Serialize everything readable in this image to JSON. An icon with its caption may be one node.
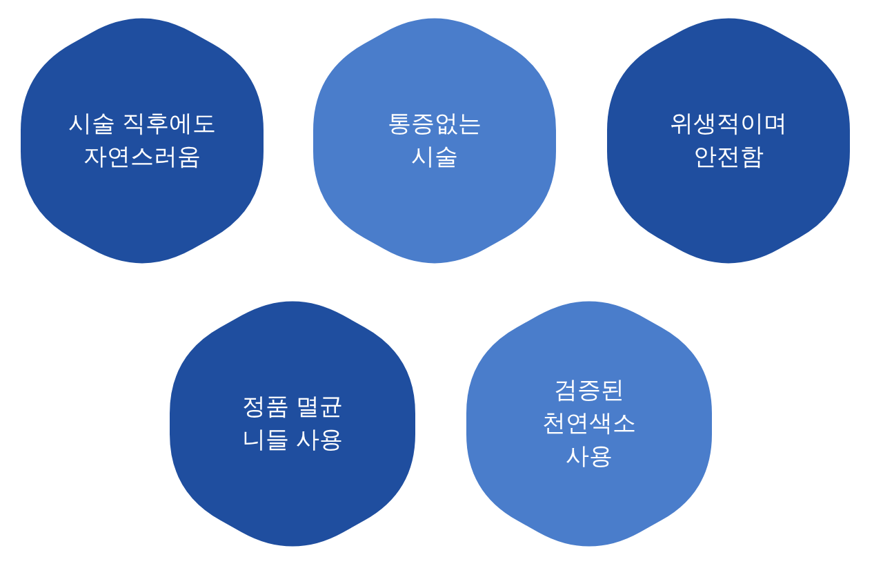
{
  "diagram": {
    "nodes": [
      {
        "text": [
          "시술 직후에도 자연스러움"
        ]
      },
      {
        "text": [
          "통증없는 시술"
        ]
      },
      {
        "text": [
          "위생적이며 안전함"
        ]
      },
      {
        "text": [
          "정품 멸균 니들 사용"
        ]
      },
      {
        "text": [
          "검증된 천연색소 사용"
        ]
      }
    ],
    "edges": []
  }
}
